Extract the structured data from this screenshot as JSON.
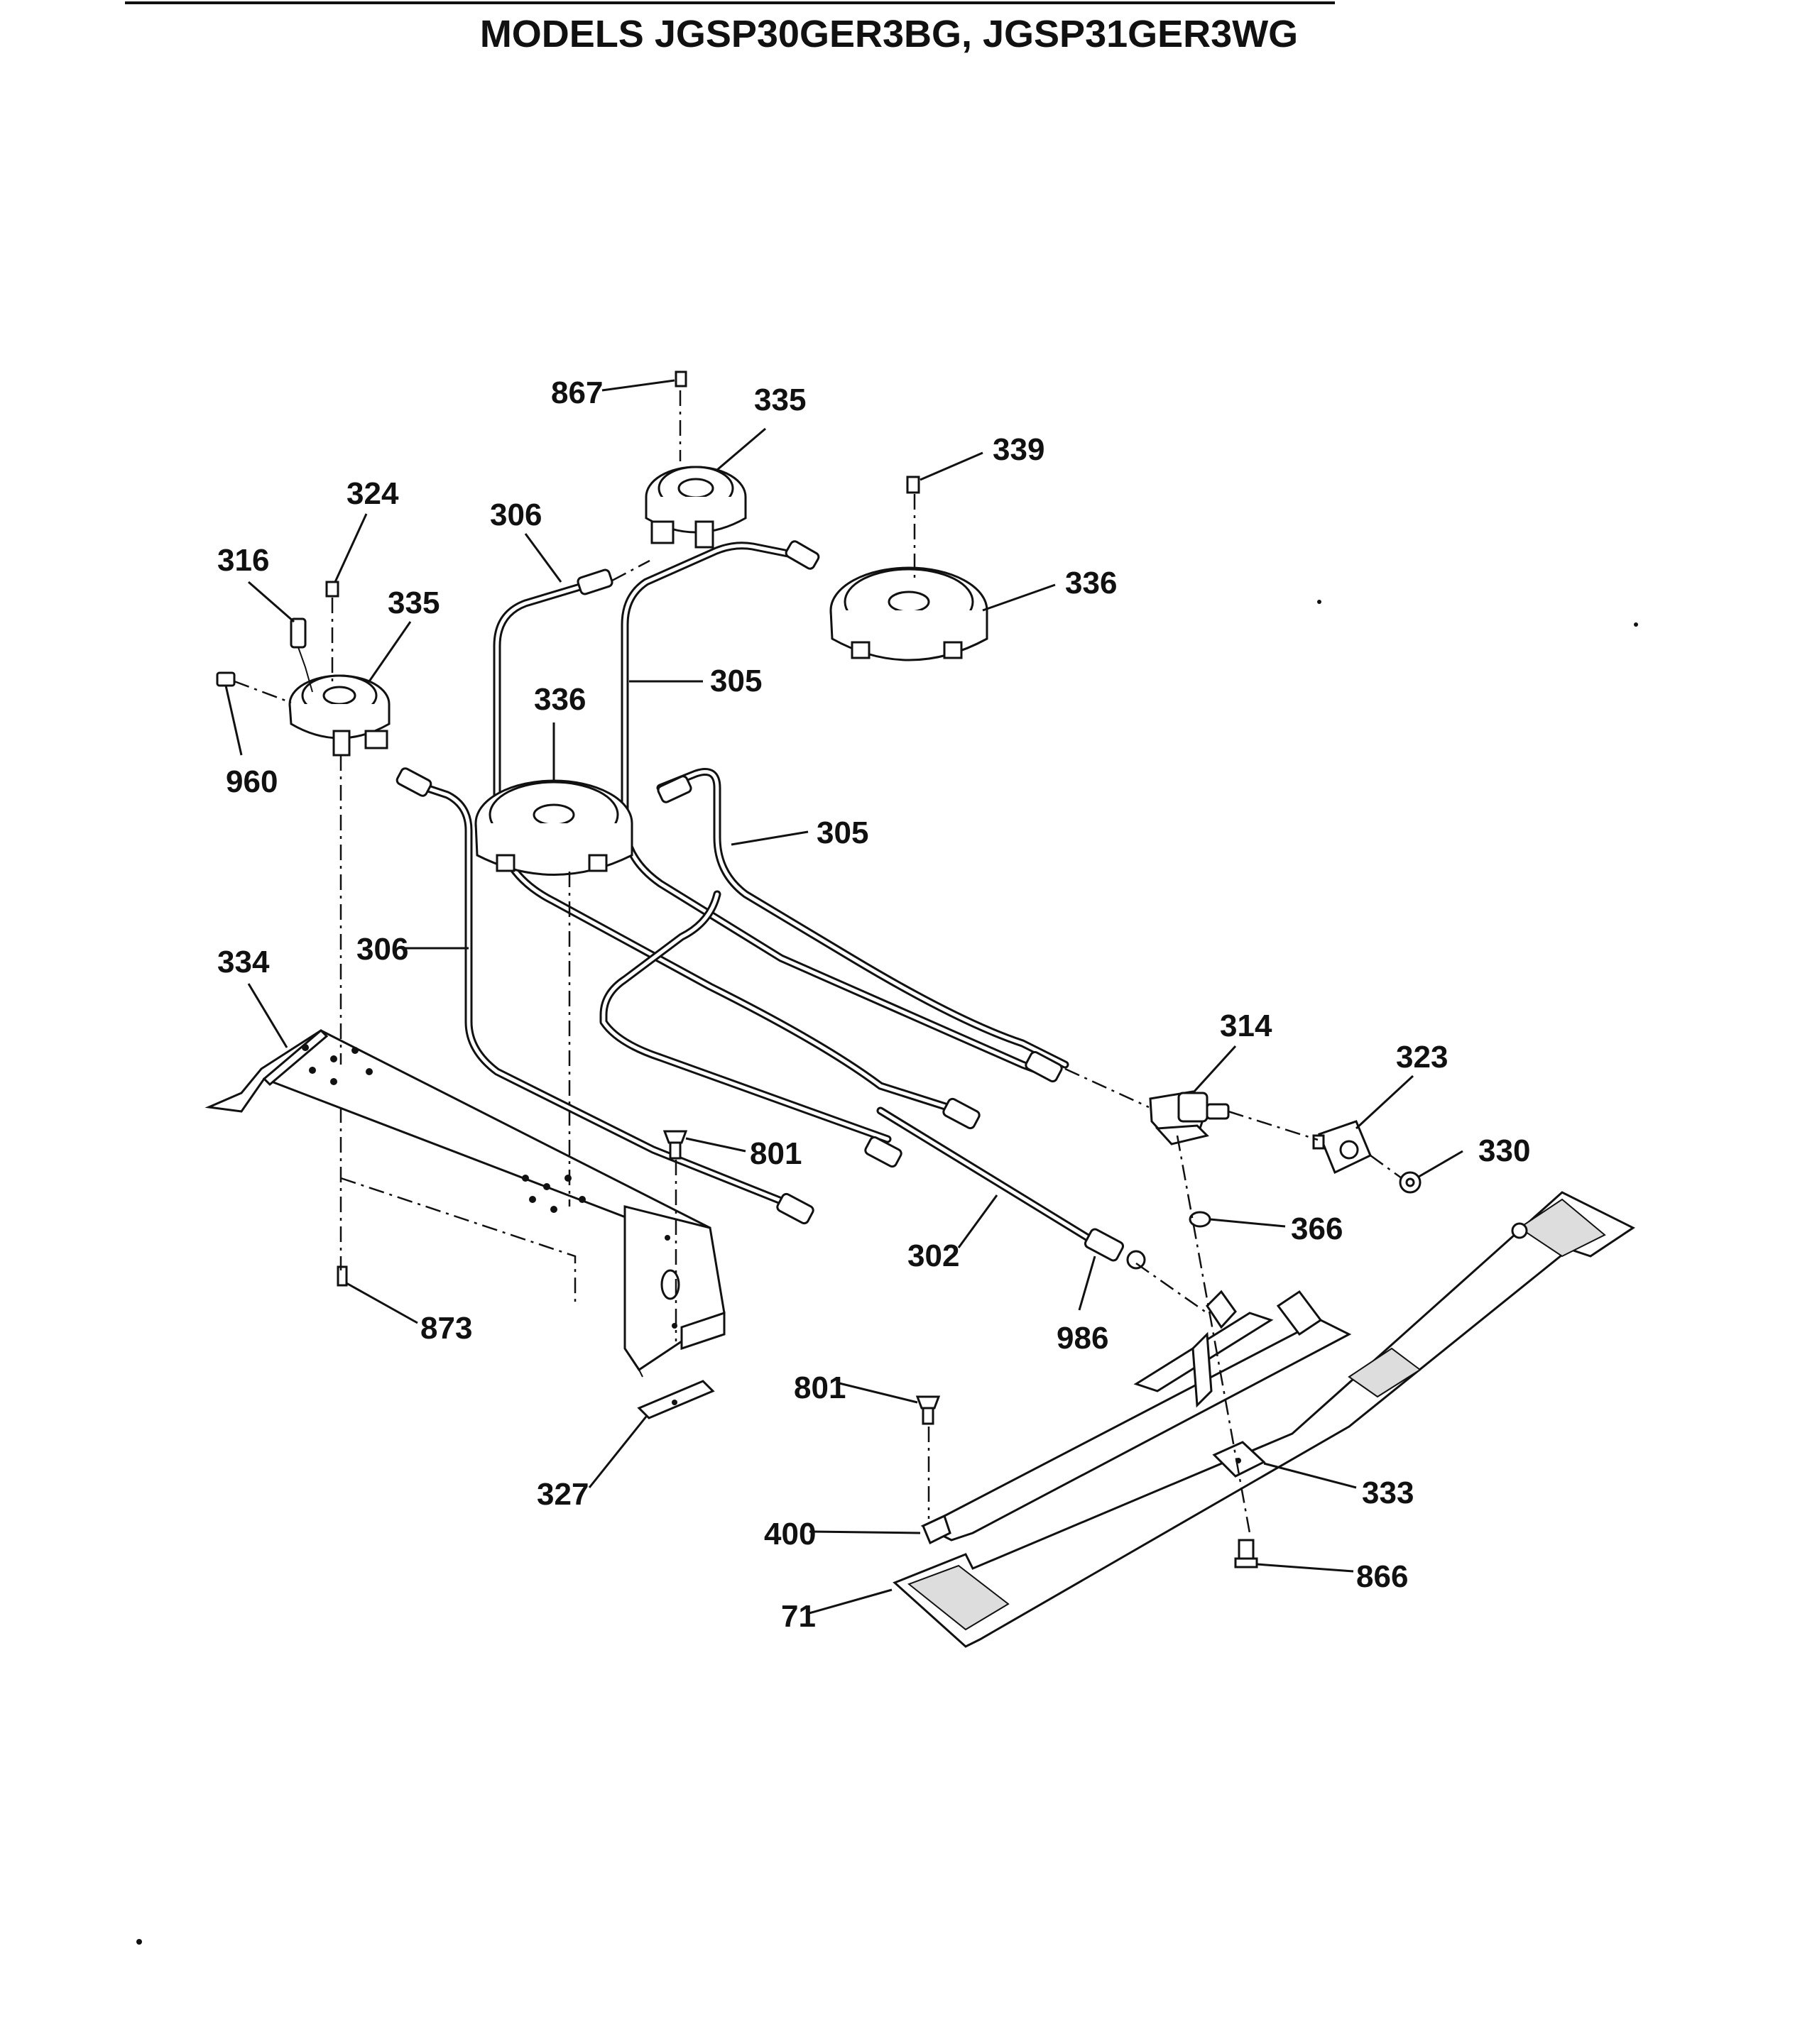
{
  "header": {
    "title": "MODELS JGSP30GER3BG, JGSP31GER3WG"
  },
  "callouts": [
    {
      "id": "c867a",
      "label": "867"
    },
    {
      "id": "c335a",
      "label": "335"
    },
    {
      "id": "c339",
      "label": "339"
    },
    {
      "id": "c324",
      "label": "324"
    },
    {
      "id": "c306a",
      "label": "306"
    },
    {
      "id": "c336a",
      "label": "336"
    },
    {
      "id": "c316",
      "label": "316"
    },
    {
      "id": "c335b",
      "label": "335"
    },
    {
      "id": "c305a",
      "label": "305"
    },
    {
      "id": "c336b",
      "label": "336"
    },
    {
      "id": "c960",
      "label": "960"
    },
    {
      "id": "c305b",
      "label": "305"
    },
    {
      "id": "c306b",
      "label": "306"
    },
    {
      "id": "c334",
      "label": "334"
    },
    {
      "id": "c314",
      "label": "314"
    },
    {
      "id": "c323",
      "label": "323"
    },
    {
      "id": "c801a",
      "label": "801"
    },
    {
      "id": "c330",
      "label": "330"
    },
    {
      "id": "c366",
      "label": "366"
    },
    {
      "id": "c302",
      "label": "302"
    },
    {
      "id": "c873",
      "label": "873"
    },
    {
      "id": "c986",
      "label": "986"
    },
    {
      "id": "c801b",
      "label": "801"
    },
    {
      "id": "c327",
      "label": "327"
    },
    {
      "id": "c333",
      "label": "333"
    },
    {
      "id": "c400",
      "label": "400"
    },
    {
      "id": "c866",
      "label": "866"
    },
    {
      "id": "c71",
      "label": "71"
    }
  ]
}
